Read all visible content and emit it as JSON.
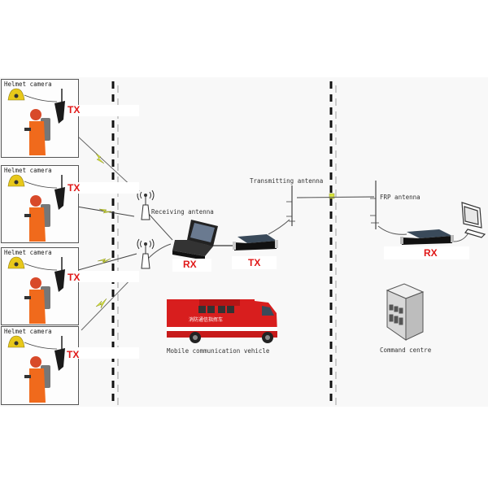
{
  "diagram": {
    "field_units": [
      {
        "label": "Helmet camera",
        "tx_label": "TX"
      },
      {
        "label": "Helmet camera",
        "tx_label": "TX"
      },
      {
        "label": "Helmet camera",
        "tx_label": "TX"
      },
      {
        "label": "Helmet camera",
        "tx_label": "TX"
      }
    ],
    "vehicle": {
      "receiving_antenna_label": "Receiving antenna",
      "rx_label": "RX",
      "tx_label": "TX",
      "transmitting_antenna_label": "Transmitting antenna",
      "vehicle_caption": "Mobile communication vehicle",
      "vehicle_side_text": "消防通信指挥车"
    },
    "command": {
      "frp_antenna_label": "FRP antenna",
      "rx_label": "RX",
      "building_caption": "Command centre"
    },
    "colors": {
      "tx_rx_text": "#e01818",
      "firefighter_suit": "#f06a1c",
      "helmet": "#e8c81a",
      "lightning": "#d8e63a",
      "vehicle_body": "#d81e1e",
      "divider": "#111111"
    }
  }
}
